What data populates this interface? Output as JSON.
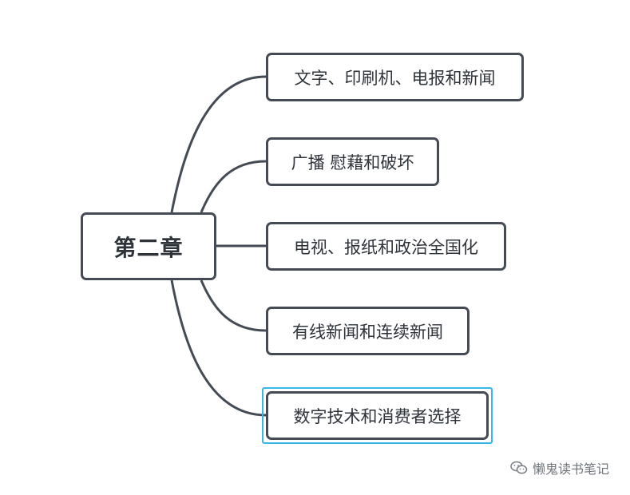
{
  "root": {
    "label": "第二章"
  },
  "branches": [
    {
      "label": "文字、印刷机、电报和新闻"
    },
    {
      "label": "广播 慰藉和破坏"
    },
    {
      "label": "电视、报纸和政治全国化"
    },
    {
      "label": "有线新闻和连续新闻"
    },
    {
      "label": "数字技术和消费者选择"
    }
  ],
  "selected_index": 4,
  "colors": {
    "line": "#454b54",
    "text": "#2f343b",
    "selection": "#37b6e8",
    "watermark": "#6f747a"
  },
  "watermark": {
    "icon": "wechat-icon",
    "text": "懒鬼读书笔记"
  }
}
